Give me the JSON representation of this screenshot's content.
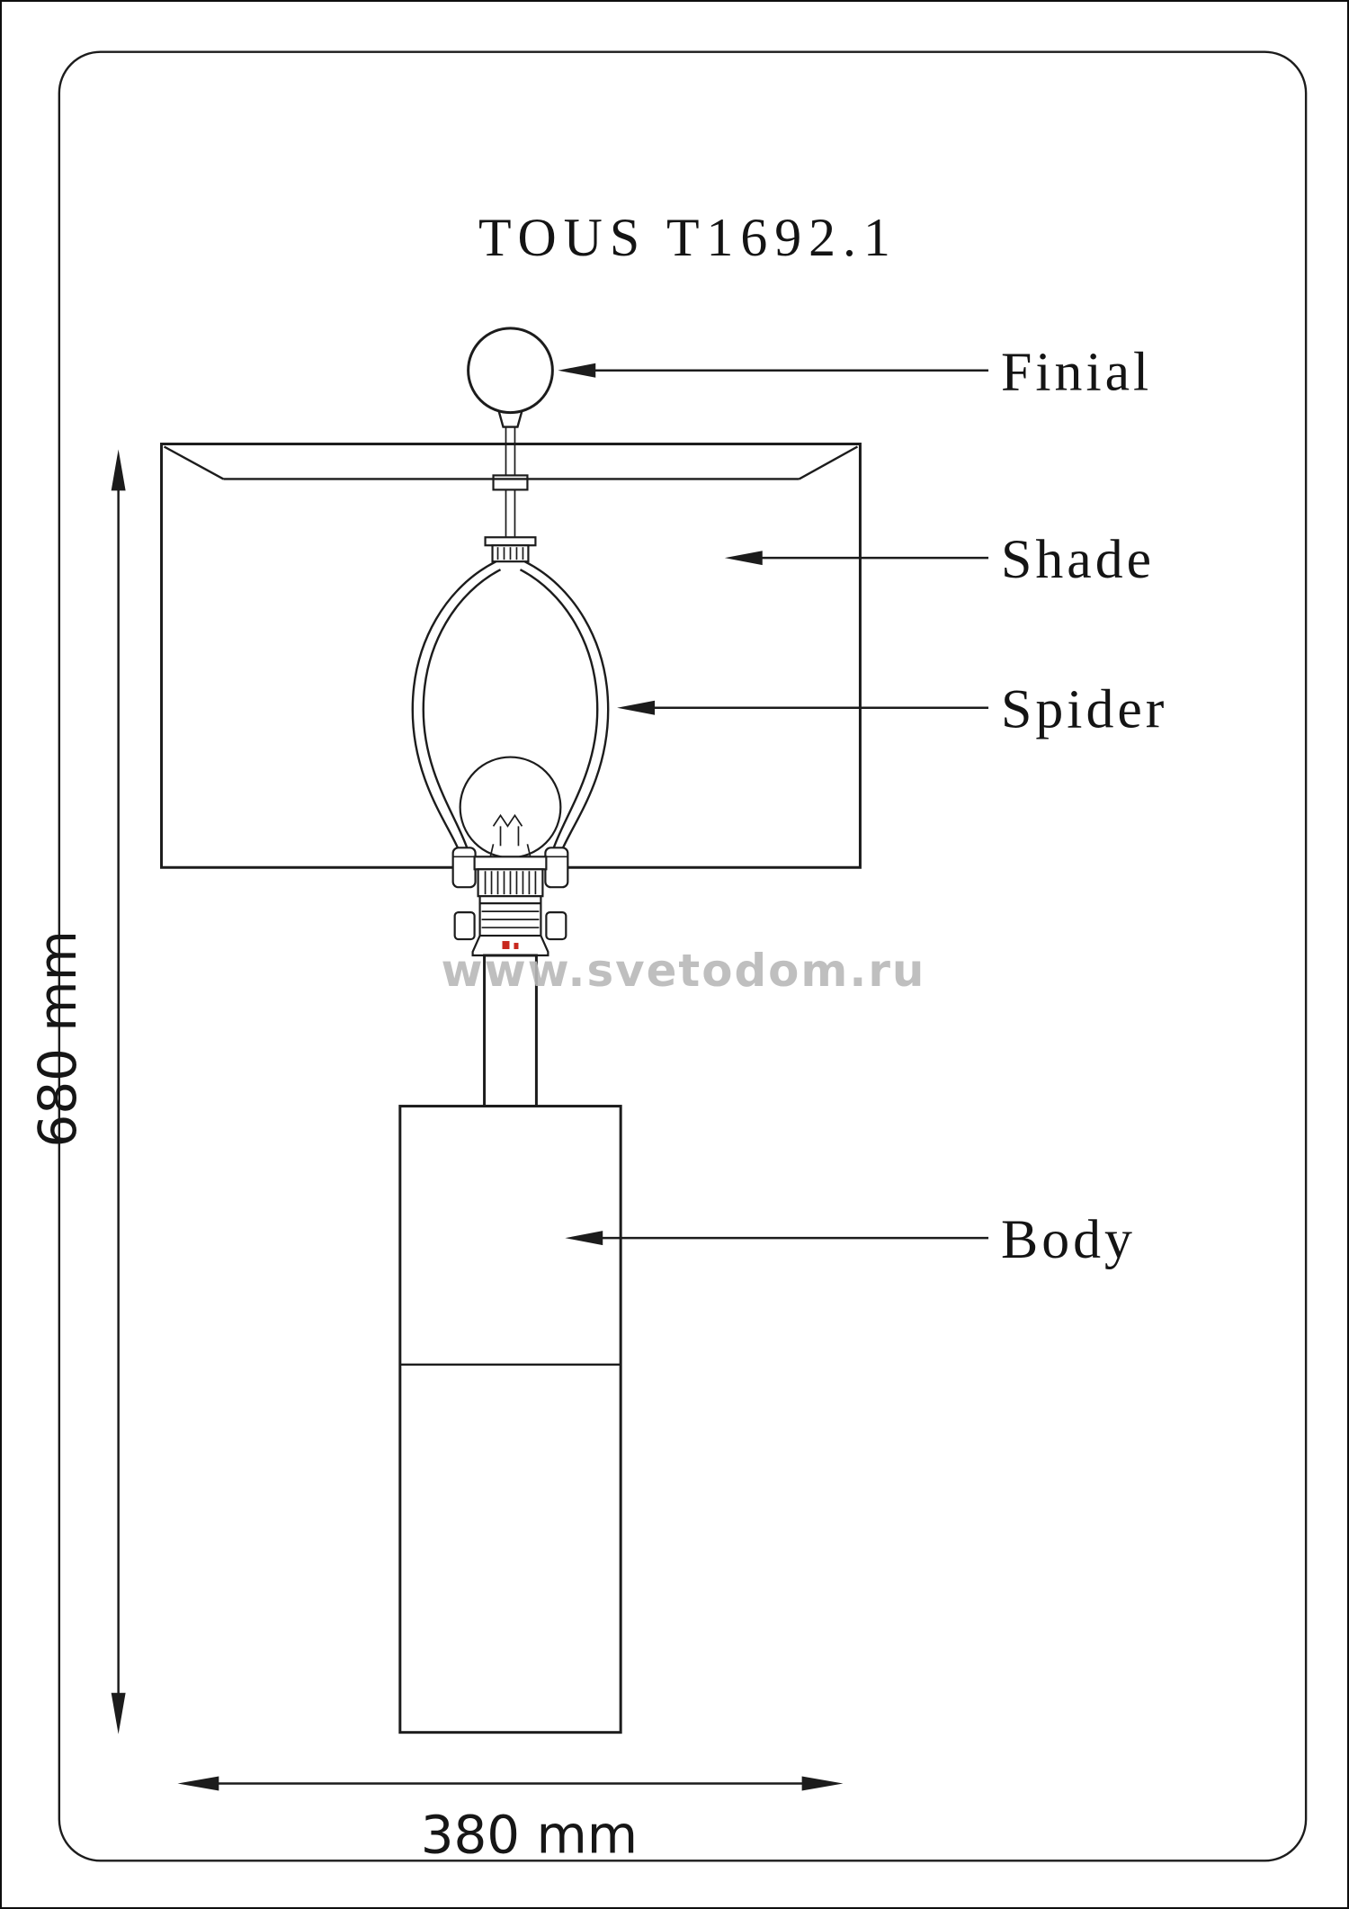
{
  "diagram": {
    "title": "TOUS T1692.1",
    "watermark": "www.svetodom.ru",
    "callouts": [
      {
        "id": "finial",
        "label": "Finial"
      },
      {
        "id": "shade",
        "label": "Shade"
      },
      {
        "id": "spider",
        "label": "Spider"
      },
      {
        "id": "body",
        "label": "Body"
      }
    ],
    "dimensions": {
      "height": "680 mm",
      "width": "380 mm"
    },
    "colors": {
      "line": "#1c1c1c",
      "watermark": "#b9b9b9",
      "detail_red": "#c8281e",
      "background": "#ffffff"
    }
  }
}
